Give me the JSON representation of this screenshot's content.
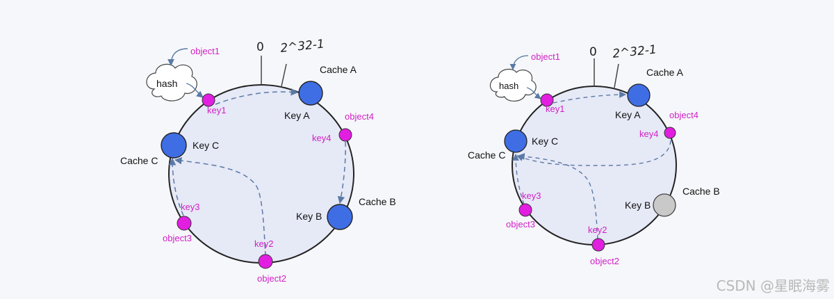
{
  "left": {
    "zero_label": "0",
    "max_label": "2^32-1",
    "hash_label": "hash",
    "caches": {
      "a": {
        "label": "Cache A",
        "key": "Key A"
      },
      "b": {
        "label": "Cache B",
        "key": "Key B"
      },
      "c": {
        "label": "Cache C",
        "key": "Key C"
      }
    },
    "objects": {
      "o1": {
        "object": "object1",
        "key": "key1"
      },
      "o2": {
        "object": "object2",
        "key": "key2"
      },
      "o3": {
        "object": "object3",
        "key": "key3"
      },
      "o4": {
        "object": "object4",
        "key": "key4"
      }
    }
  },
  "right": {
    "zero_label": "0",
    "max_label": "2^32-1",
    "hash_label": "hash",
    "caches": {
      "a": {
        "label": "Cache A",
        "key": "Key A"
      },
      "b": {
        "label": "Cache B",
        "key": "Key B"
      },
      "c": {
        "label": "Cache C",
        "key": "Key C"
      }
    },
    "objects": {
      "o1": {
        "object": "object1",
        "key": "key1"
      },
      "o2": {
        "object": "object2",
        "key": "key2"
      },
      "o3": {
        "object": "object3",
        "key": "key3"
      },
      "o4": {
        "object": "object4",
        "key": "key4"
      }
    }
  },
  "colors": {
    "ring_fill": "#e6e9f6",
    "active_node": "#3f6ee4",
    "removed_node": "#c9c9c9",
    "object_node": "#e21ee0",
    "arrow": "#5a79a6",
    "object_text": "#d21fc6"
  },
  "watermark": "CSDN @星眠海雾"
}
